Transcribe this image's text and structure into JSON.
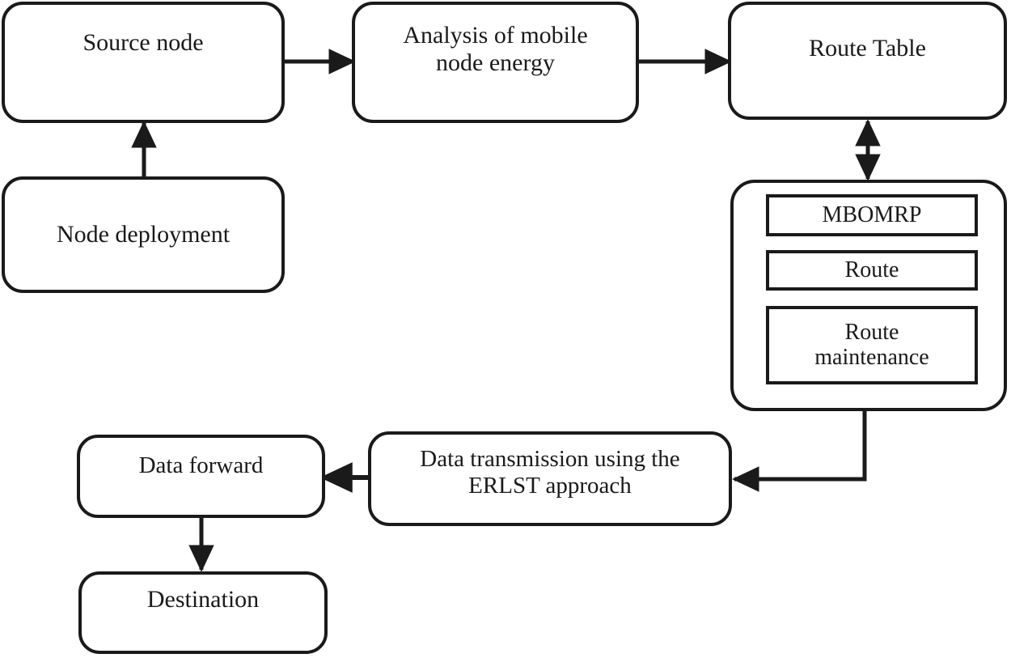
{
  "diagram": {
    "title": "MBOMRP energy-aware routing flowchart",
    "background_color": "#ffffff",
    "stroke_color": "#1a1a1a",
    "fill_color": "#ffffff"
  },
  "nodes": {
    "source_node": {
      "label": "Source node"
    },
    "analysis": {
      "label": "Analysis of mobile\nnode energy"
    },
    "route_table": {
      "label": "Route Table"
    },
    "node_deployment": {
      "label": "Node deployment"
    },
    "data_forward": {
      "label": "Data forward"
    },
    "data_transmission": {
      "label": "Data transmission using the\nERLST approach"
    },
    "destination": {
      "label": "Destination"
    }
  },
  "mbomrp_container": {
    "items": [
      {
        "label": "MBOMRP"
      },
      {
        "label": "Route"
      },
      {
        "label": "Route\nmaintenance"
      }
    ]
  },
  "edges": [
    {
      "id": "node-deployment-to-source-node",
      "from": "node_deployment",
      "to": "source_node",
      "direction": "up",
      "arrowheads": 1
    },
    {
      "id": "source-node-to-analysis",
      "from": "source_node",
      "to": "analysis",
      "direction": "right",
      "arrowheads": 1
    },
    {
      "id": "analysis-to-route-table",
      "from": "analysis",
      "to": "route_table",
      "direction": "right",
      "arrowheads": 1
    },
    {
      "id": "route-table-to-mbomrp",
      "from": "route_table",
      "to": "mbomrp_container",
      "direction": "both",
      "arrowheads": 2
    },
    {
      "id": "mbomrp-to-data-transmission",
      "from": "mbomrp_container",
      "to": "data_transmission",
      "direction": "left",
      "arrowheads": 1
    },
    {
      "id": "data-transmission-to-data-forward",
      "from": "data_transmission",
      "to": "data_forward",
      "direction": "left",
      "arrowheads": 1
    },
    {
      "id": "data-forward-to-destination",
      "from": "data_forward",
      "to": "destination",
      "direction": "down",
      "arrowheads": 1
    }
  ]
}
